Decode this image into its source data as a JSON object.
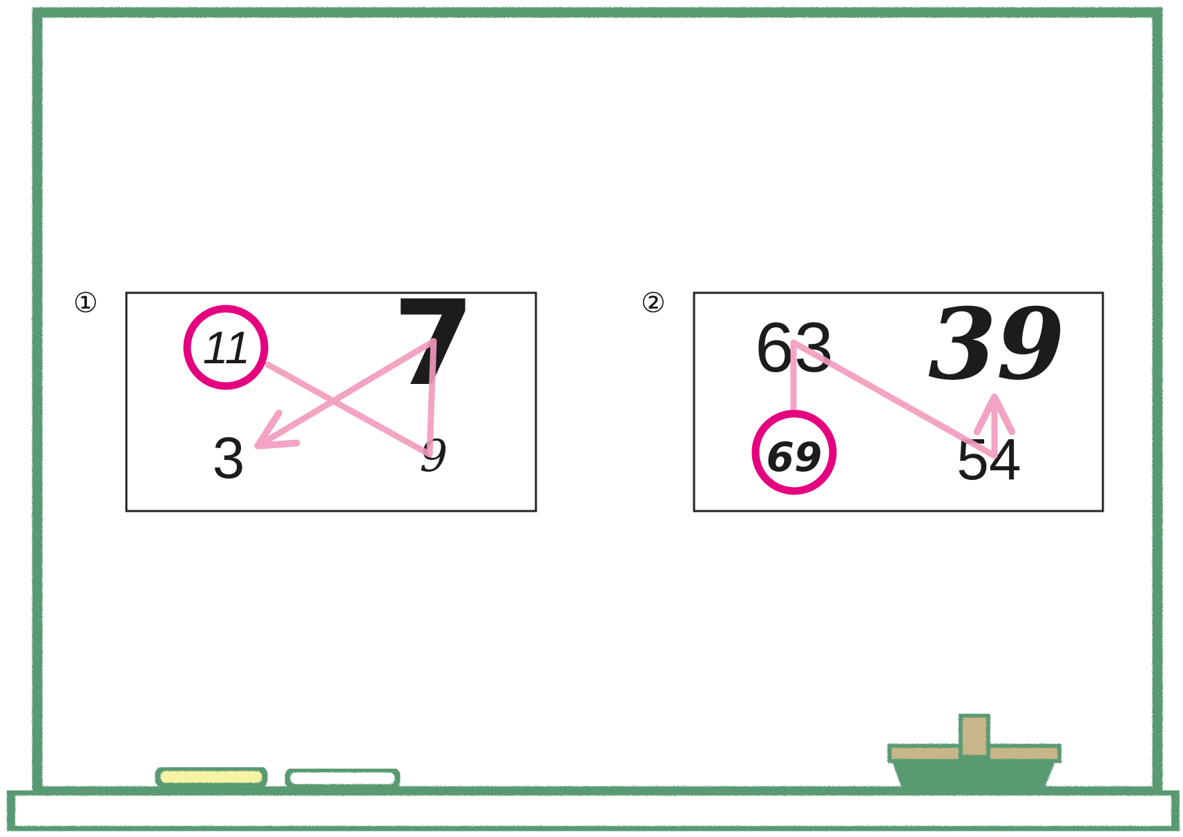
{
  "colors": {
    "board_frame": "#5a9a73",
    "board_background": "#ffffff",
    "path_line": "#f29bbd",
    "answer_circle": "#e4007f",
    "chalk_yellow": "#f7f3a6",
    "eraser_wood": "#c7b68a",
    "eraser_base": "#5a9a73",
    "text": "#1c1c1c"
  },
  "panels": [
    {
      "label": "①",
      "numbers": [
        "11",
        "7",
        "3",
        "9"
      ],
      "path_order": [
        "11",
        "9",
        "7",
        "3"
      ],
      "circled": "11"
    },
    {
      "label": "②",
      "numbers": [
        "63",
        "39",
        "69",
        "54"
      ],
      "path_order": [
        "69",
        "63",
        "54",
        "39"
      ],
      "circled": "69"
    }
  ],
  "decorations": [
    "chalk-yellow",
    "chalk-white",
    "blackboard-eraser"
  ]
}
